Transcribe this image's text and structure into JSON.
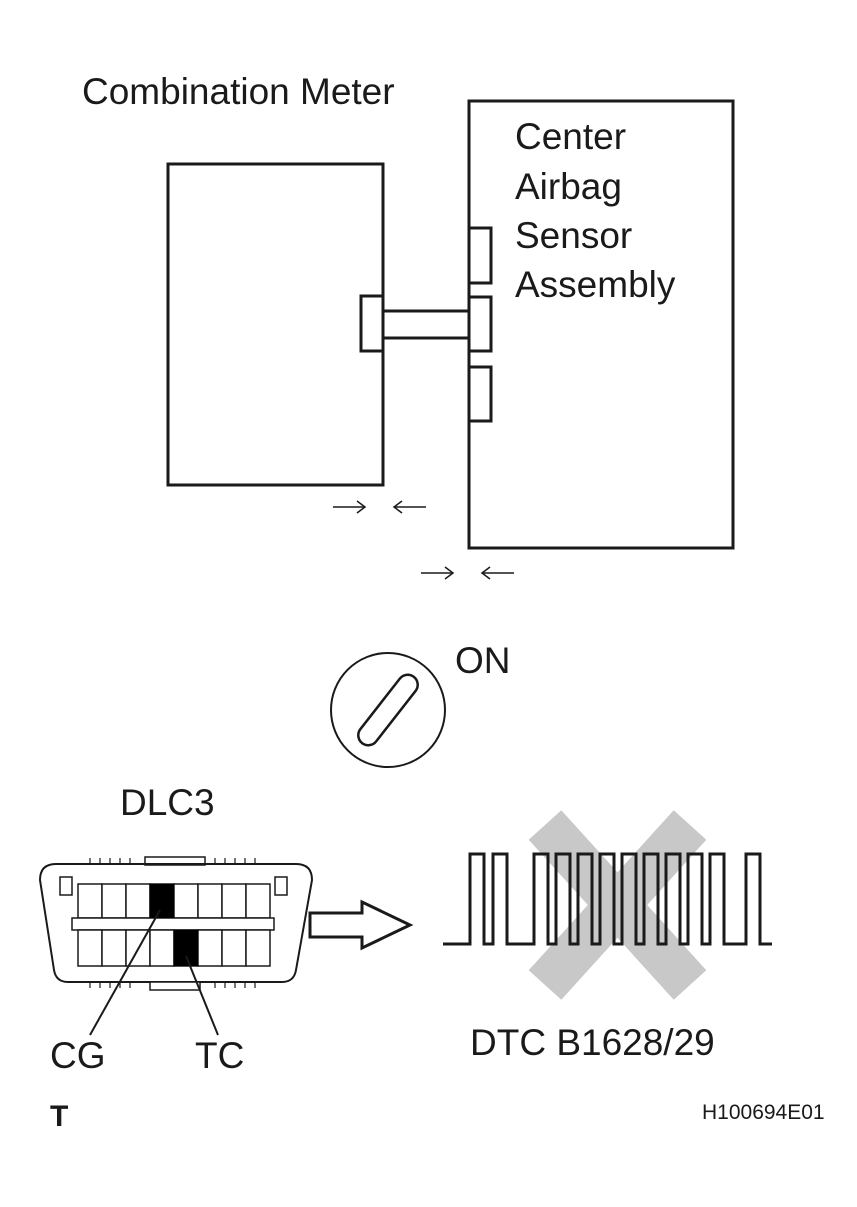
{
  "labels": {
    "combination_meter": "Combination Meter",
    "airbag_sensor": [
      "Center",
      "Airbag",
      "Sensor",
      "Assembly"
    ],
    "ignition_state": "ON",
    "dlc": "DLC3",
    "cg": "CG",
    "tc": "TC",
    "dtc": "DTC B1628/29",
    "corner_mark": "T",
    "figure_id": "H100694E01"
  },
  "colors": {
    "line": "#1a1a1a",
    "cross": "#c8c8c8",
    "terminal_fill": "#000000"
  },
  "icons": {
    "ignition": "ignition-key-icon",
    "arrow": "arrow-right-icon",
    "cross": "cross-mark-icon"
  }
}
